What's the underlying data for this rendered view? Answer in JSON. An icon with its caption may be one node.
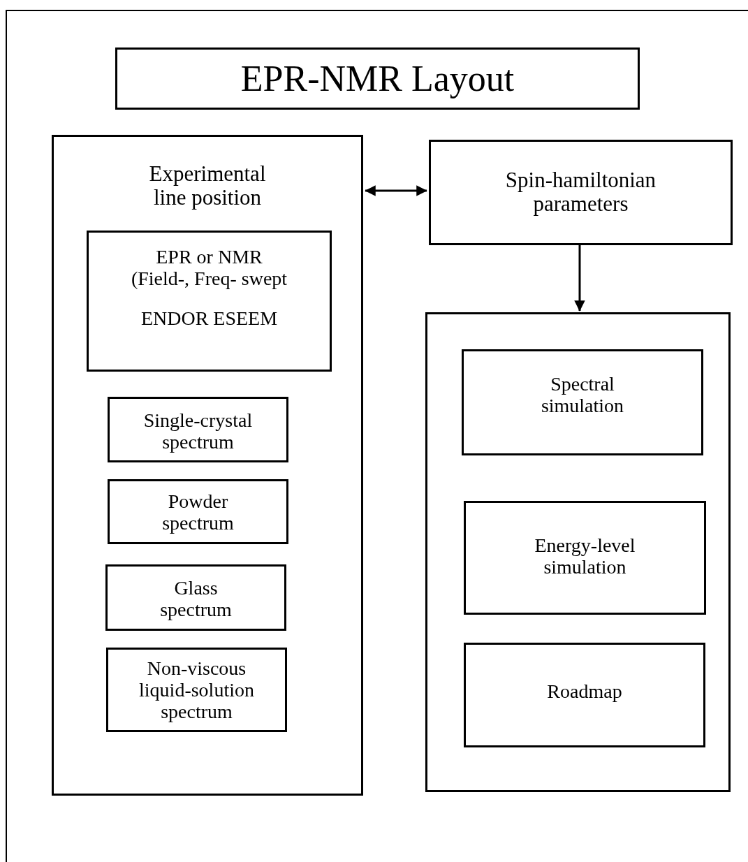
{
  "diagram": {
    "title": "EPR-NMR Layout",
    "nodes": [
      {
        "text": [
          "Experimental line position"
        ]
      },
      {
        "text": [
          "EPR or NMR (Field-, Freq- swept",
          "ENDOR ESEEM"
        ],
        "in": 0
      },
      {
        "text": [
          "Single-crystal spectrum"
        ],
        "in": 0
      },
      {
        "text": [
          "Powder spectrum"
        ],
        "in": 0
      },
      {
        "text": [
          "Glass spectrum"
        ],
        "in": 0
      },
      {
        "text": [
          "Non-viscous liquid-solution spectrum"
        ],
        "in": 0
      },
      {
        "text": [
          "Spin-hamiltonian parameters"
        ]
      },
      {
        "text": [],
        "shape": "box"
      },
      {
        "text": [
          "Spectral simulation"
        ],
        "in": 7
      },
      {
        "text": [
          "Energy-level simulation"
        ],
        "in": 7
      },
      {
        "text": [
          "Roadmap"
        ],
        "in": 7
      }
    ],
    "edges": [
      {
        "from": 0,
        "to": 6,
        "arrow": "both"
      },
      {
        "from": 6,
        "to": 7,
        "arrow": "to"
      }
    ]
  }
}
